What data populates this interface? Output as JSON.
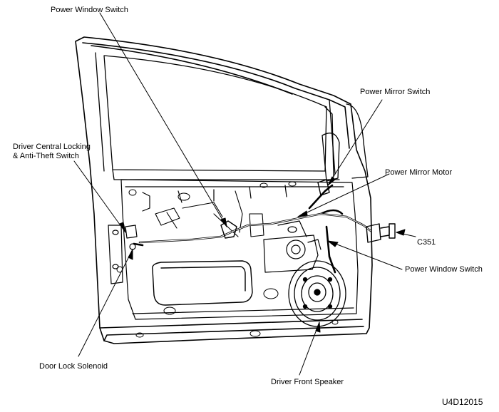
{
  "labels": {
    "power_window_switch_top": "Power Window Switch",
    "power_mirror_switch": "Power Mirror Switch",
    "driver_central_locking_line1": "Driver Central Locking",
    "driver_central_locking_line2": "& Anti-Theft Switch",
    "power_mirror_motor": "Power Mirror Motor",
    "c351": "C351",
    "power_window_switch_right": "Power Window Switch",
    "door_lock_solenoid": "Door Lock Solenoid",
    "driver_front_speaker": "Driver Front Speaker"
  },
  "figure_id": "U4D12015"
}
